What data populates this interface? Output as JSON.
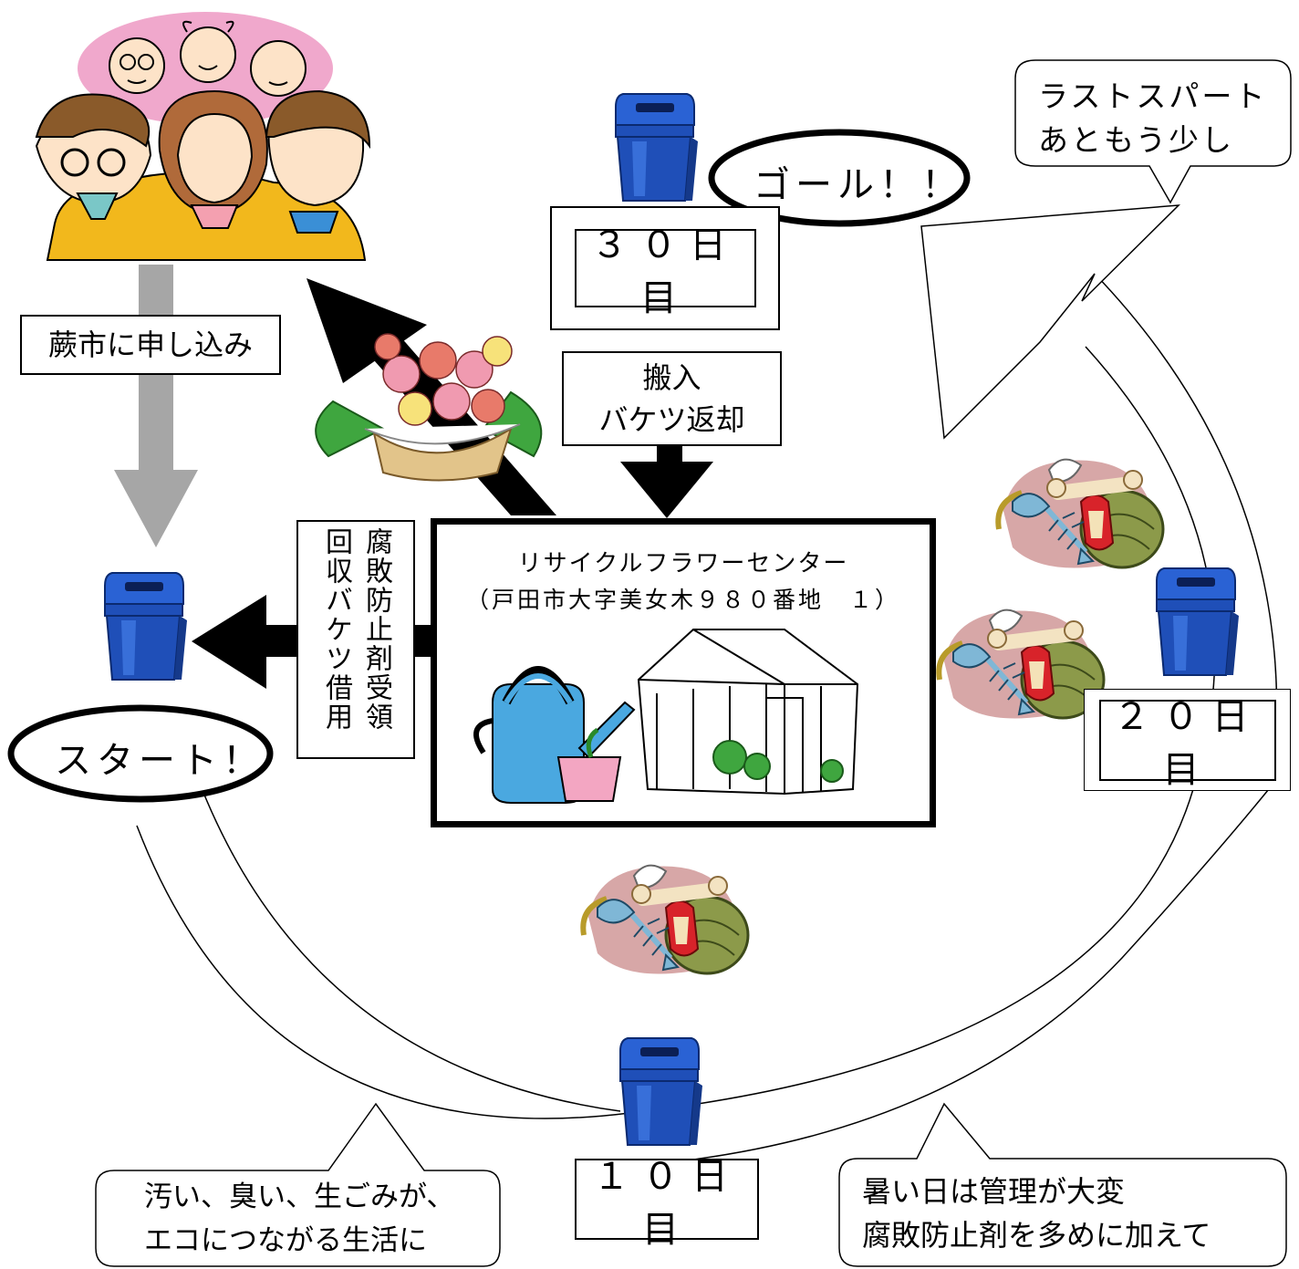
{
  "nodes": {
    "goal": "ゴール！！",
    "start": "スタート！",
    "day30": "３０日目",
    "day20": "２０日目",
    "day10": "１０日目",
    "apply": "蕨市に申し込み",
    "carry_in": "搬入\nバケツ返却",
    "center_title": "リサイクルフラワーセンター",
    "center_address": "（戸田市大字美女木９８０番地　１）",
    "borrow_col1": "回収バケツ借用",
    "borrow_col2": "腐敗防止剤受領"
  },
  "callouts": {
    "last_spurt": "ラストスパート\nあともう少し",
    "dirty": "汚い、臭い、生ごみが、\nエコにつながる生活に",
    "hot_days": "暑い日は管理が大変\n腐敗防止剤を多めに加えて"
  },
  "icons": [
    "family-illustration-icon",
    "flower-basket-icon",
    "garbage-bin-icon",
    "food-waste-icon",
    "watering-can-icon",
    "greenhouse-icon"
  ],
  "colors": {
    "bin_blue": "#1f4fb8",
    "family_bg": "#f0a8cc",
    "shirt_yellow": "#f2b81c",
    "arrow_gray": "#a6a6a6"
  }
}
